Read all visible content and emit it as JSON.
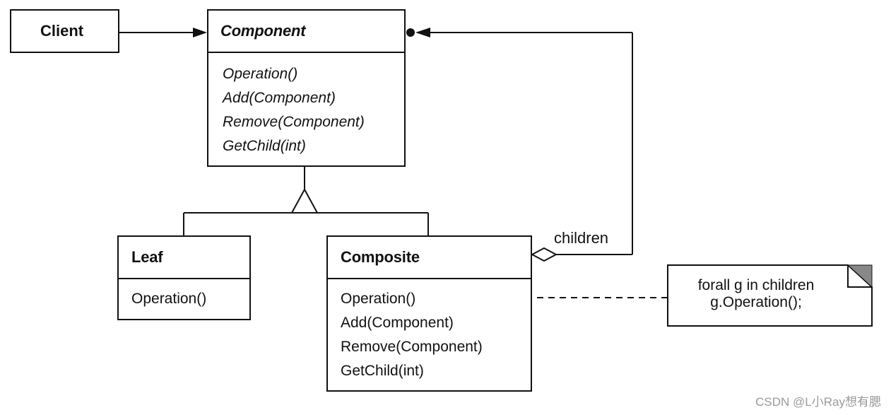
{
  "client": {
    "label": "Client"
  },
  "component": {
    "name": "Component",
    "methods": [
      "Operation()",
      "Add(Component)",
      "Remove(Component)",
      "GetChild(int)"
    ]
  },
  "leaf": {
    "name": "Leaf",
    "methods": [
      "Operation()"
    ]
  },
  "composite": {
    "name": "Composite",
    "methods": [
      "Operation()",
      "Add(Component)",
      "Remove(Component)",
      "GetChild(int)"
    ]
  },
  "association": {
    "children_label": "children"
  },
  "note": {
    "line1": "forall g in children",
    "line2": "g.Operation();"
  },
  "watermark": "CSDN @L小Ray想有腮"
}
